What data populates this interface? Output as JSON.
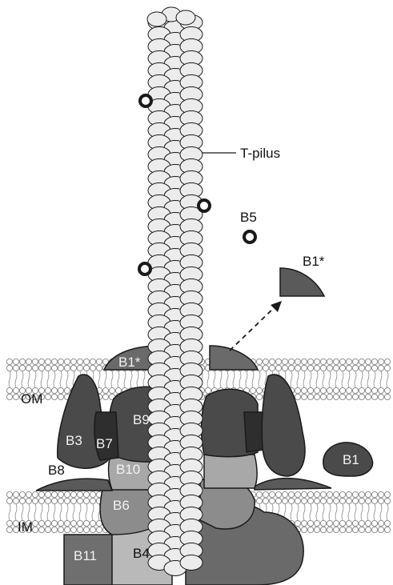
{
  "diagram": {
    "labels": {
      "pilus": "T-pilus",
      "b5": "B5",
      "b1_star_free": "B1*",
      "b1_star_membrane": "B1*",
      "om": "OM",
      "im": "IM",
      "b1": "B1",
      "b3": "B3",
      "b4": "B4",
      "b6": "B6",
      "b7": "B7",
      "b8": "B8",
      "b9": "B9",
      "b10": "B10",
      "b11": "B11"
    },
    "colors": {
      "background": "#ffffff",
      "lipid": "#ffffff",
      "lipid_stroke": "#777777",
      "pilus_subunit": "#ececec",
      "dark_protein": "#4a4a4a",
      "mid_protein": "#7a7a7a",
      "light_protein": "#a3a3a3",
      "very_light_protein": "#c8c8c8",
      "outline": "#1a1a1a"
    }
  }
}
